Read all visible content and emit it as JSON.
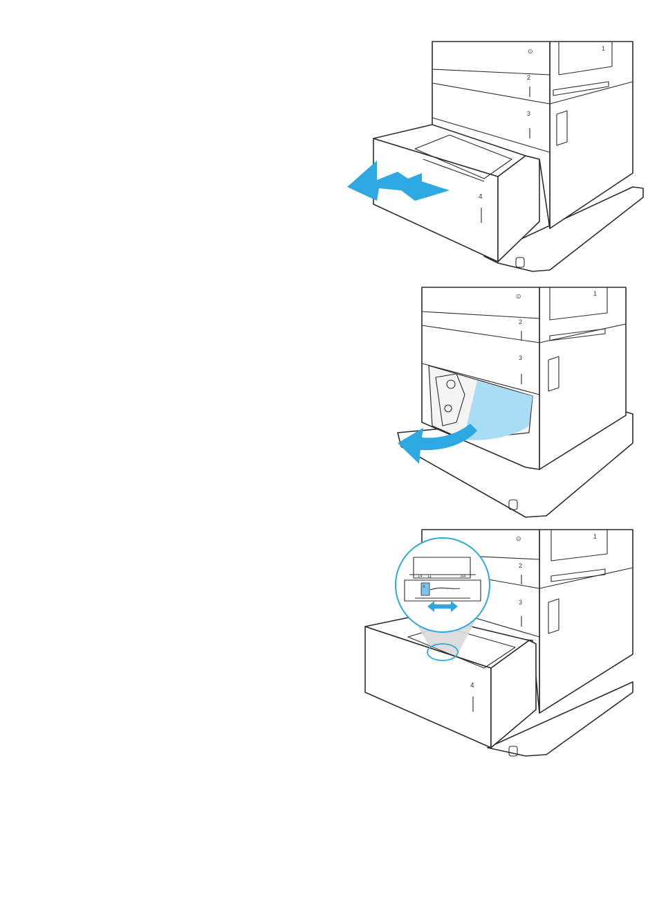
{
  "figure": {
    "tray_labels": {
      "tray_1": "1",
      "tray_2": "2",
      "tray_3": "3",
      "tray_4": "4"
    },
    "panel_1": {
      "arrow": "arrow-left-icon",
      "arrow_color": "#2ea8e0"
    },
    "panel_2": {
      "arrow": "curved-arrow-icon",
      "arrow_color": "#2ea8e0",
      "highlight_color": "#a9dcf5"
    },
    "panel_3": {
      "magnifier_labels": {
        "left": "14",
        "mid": "11",
        "right": "A4",
        "tab": "A"
      },
      "arrow": "double-arrow-icon",
      "arrow_color": "#2ea8e0"
    }
  }
}
